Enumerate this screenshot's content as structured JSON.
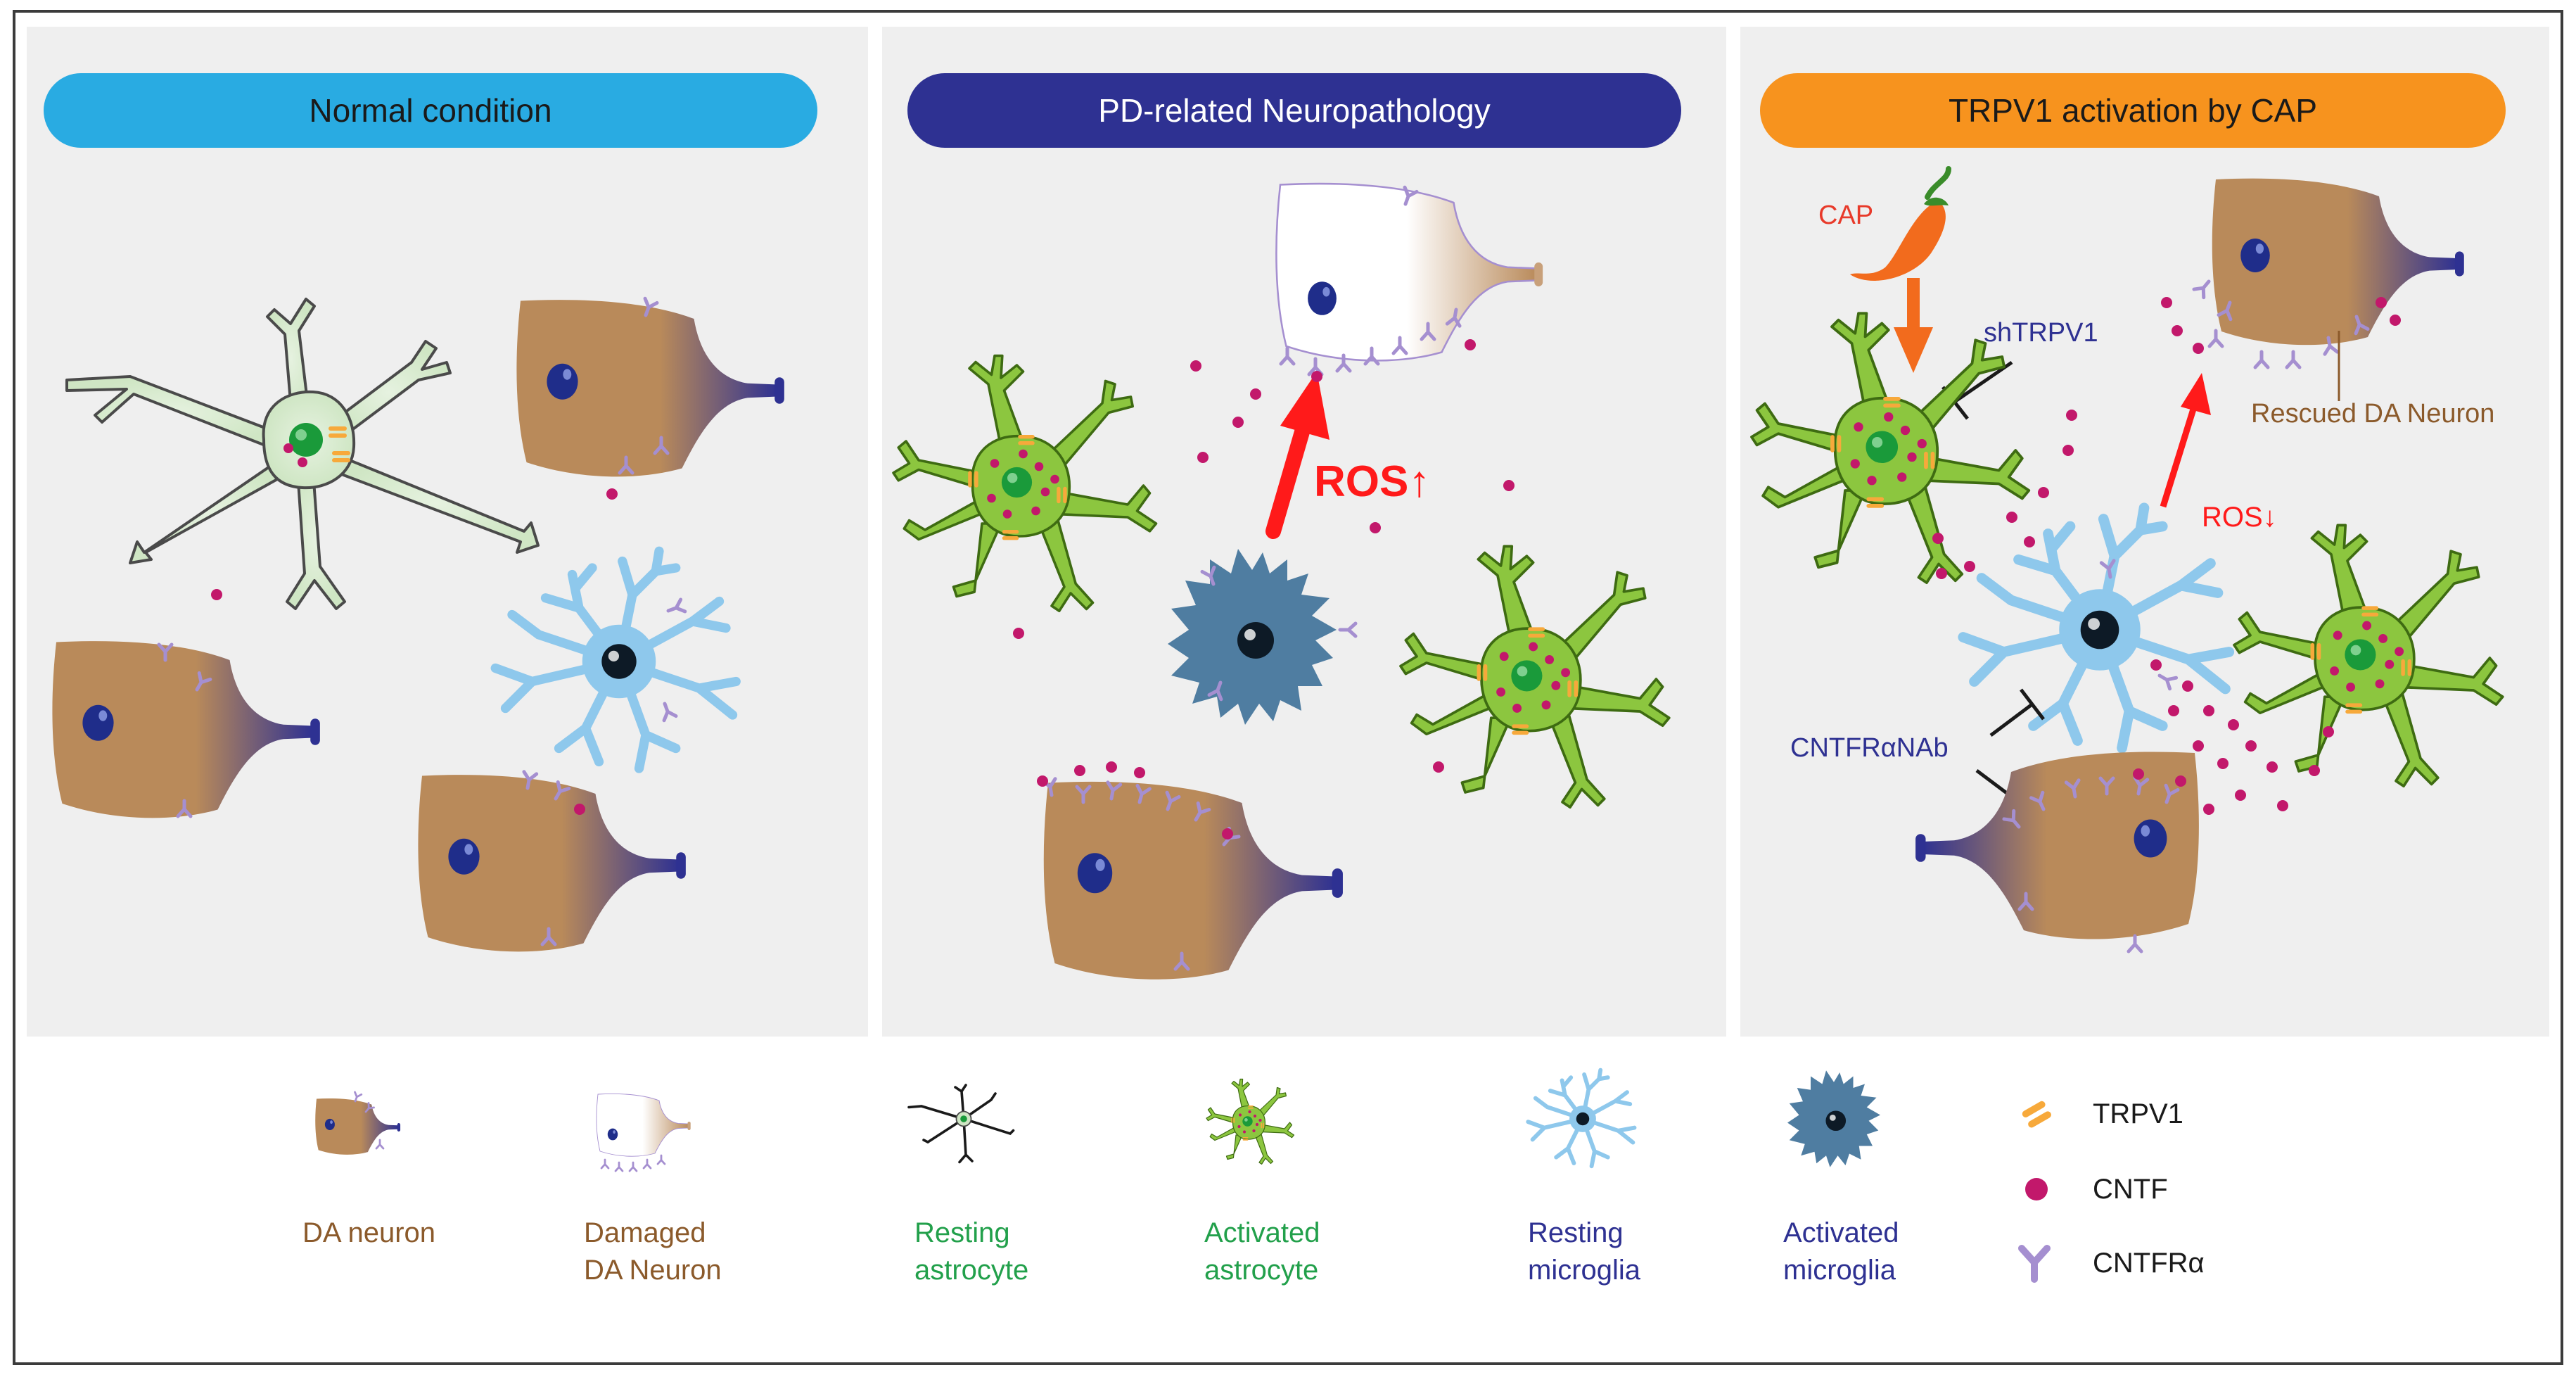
{
  "panels": {
    "normal": {
      "title": "Normal condition"
    },
    "pd": {
      "title": "PD-related Neuropathology",
      "ros_label": "ROS↑"
    },
    "trpv1": {
      "title": "TRPV1 activation by CAP",
      "cap_label": "CAP",
      "shtrpv1_label": "shTRPV1",
      "rescued_label": "Rescued DA Neuron",
      "ros_label": "ROS↓",
      "antibody_label": "CNTFRαNAb"
    }
  },
  "legend": {
    "da_neuron": "DA neuron",
    "damaged_line1": "Damaged",
    "damaged_line2": "DA Neuron",
    "resting_astro_line1": "Resting",
    "resting_astro_line2": "astrocyte",
    "activated_astro_line1": "Activated",
    "activated_astro_line2": "astrocyte",
    "resting_micro_line1": "Resting",
    "resting_micro_line2": "microglia",
    "activated_micro_line1": "Activated",
    "activated_micro_line2": "microglia",
    "trpv1": "TRPV1",
    "cntf": "CNTF",
    "cntfra": "CNTFRα"
  },
  "colors": {
    "banner_normal": "#29abe2",
    "banner_pd": "#2e3192",
    "banner_trpv1": "#f7931e",
    "neuron_brown": "#b98a5a",
    "neuron_tail": "#2e3192",
    "astro_green": "#8cc63f",
    "microglia_light": "#8ec8ec",
    "microglia_dark": "#4f7da1",
    "cntf_magenta": "#c2186b",
    "receptor_purple": "#b39ddb",
    "trpv1_orange": "#f7a93b",
    "ros_red": "#ff1a1a",
    "legend_brown": "#8b5a2b",
    "legend_green": "#22a04b",
    "legend_blue": "#2e3192"
  }
}
